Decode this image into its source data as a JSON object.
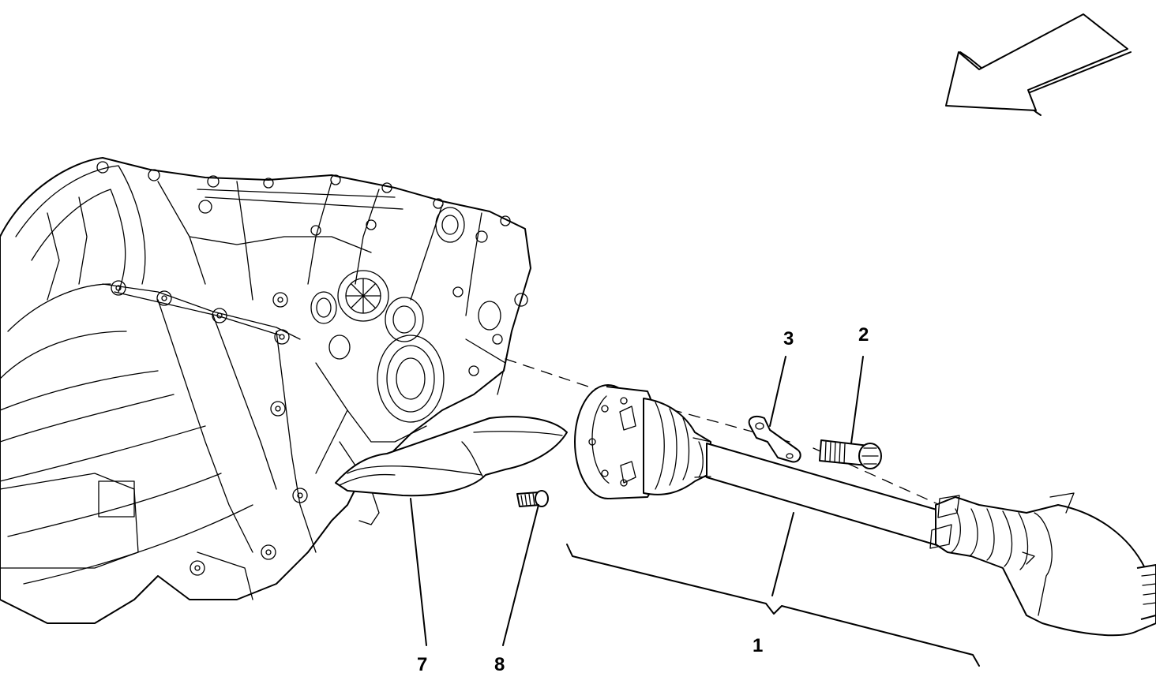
{
  "callouts": {
    "c1": "1",
    "c2": "2",
    "c3": "3",
    "c7": "7",
    "c8": "8"
  }
}
